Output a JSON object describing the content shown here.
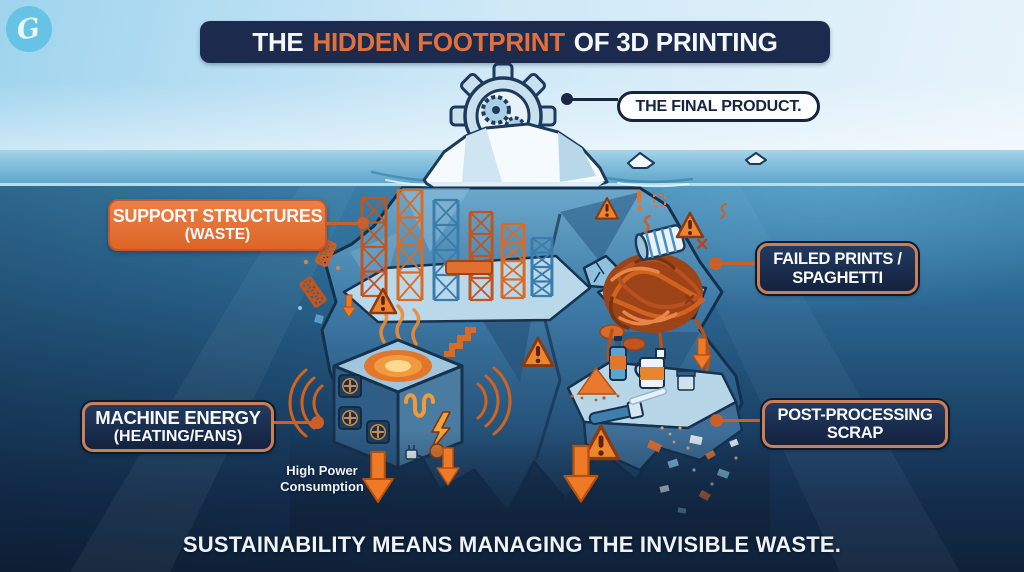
{
  "logo": {
    "glyph": "G"
  },
  "title": {
    "pre": "THE",
    "highlight": "HIDDEN FOOTPRINT",
    "post": "OF 3D PRINTING"
  },
  "callouts": {
    "final_product": {
      "text": "THE FINAL PRODUCT."
    },
    "support_structures": {
      "line1": "SUPPORT STRUCTURES",
      "line2": "(WASTE)"
    },
    "failed_prints": {
      "line1": "FAILED PRINTS /",
      "line2": "SPAGHETTI"
    },
    "machine_energy": {
      "line1": "MACHINE ENERGY",
      "line2": "(HEATING/FANS)"
    },
    "post_processing": {
      "line1": "POST-PROCESSING",
      "line2": "SCRAP"
    }
  },
  "annotations": {
    "high_power": {
      "line1": "High Power",
      "line2": "Consumption"
    }
  },
  "footer": {
    "caption": "SUSTAINABILITY MEANS MANAGING THE INVISIBLE WASTE."
  },
  "icons": {
    "logo": "script-monogram-icon",
    "top_of_iceberg": "gear-icon",
    "hazards": "warning-triangle-icon",
    "flows": "down-arrow-icon"
  },
  "colors": {
    "accent_orange": "#e2703c",
    "box_orange": "#e3713b",
    "title_navy": "#1c2b4d",
    "label_navy": "#152844",
    "label_border_tan": "#c98058",
    "sky_blue": "#cfe9f7",
    "surface_water": "#7bbcd9",
    "deep_water_top": "#3d87b2",
    "deep_water_bottom": "#0f2138",
    "ice_white": "#f4fafd"
  }
}
